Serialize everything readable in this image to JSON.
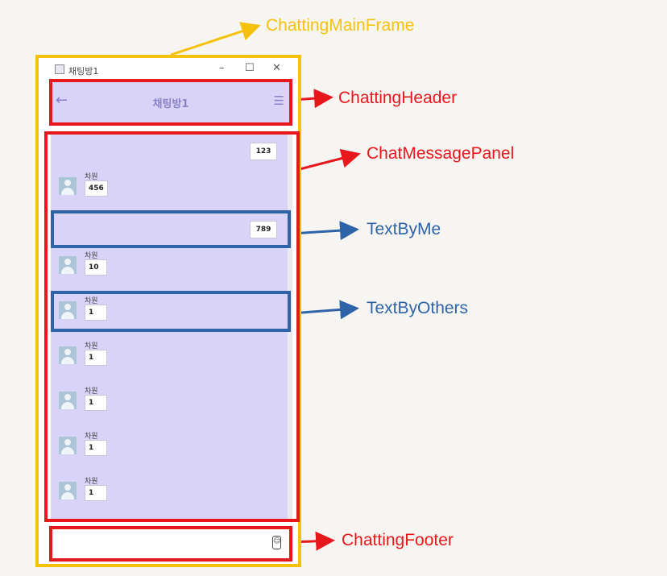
{
  "window": {
    "title": "채팅방1",
    "controls": {
      "minimize": "–",
      "maximize": "☐",
      "close": "✕"
    }
  },
  "header": {
    "back_icon": "←",
    "title": "채팅방1",
    "menu_icon": "☰"
  },
  "messages": [
    {
      "type": "me",
      "text": "123"
    },
    {
      "type": "other",
      "sender": "차원",
      "text": "456"
    },
    {
      "type": "me",
      "text": "789"
    },
    {
      "type": "other",
      "sender": "차원",
      "text": "10"
    },
    {
      "type": "other",
      "sender": "차원",
      "text": "1"
    },
    {
      "type": "other",
      "sender": "차원",
      "text": "1"
    },
    {
      "type": "other",
      "sender": "차원",
      "text": "1"
    },
    {
      "type": "other",
      "sender": "차원",
      "text": "1"
    },
    {
      "type": "other",
      "sender": "차원",
      "text": "1"
    }
  ],
  "footer": {
    "emoji_icon": "☺"
  },
  "annotations": {
    "main_frame": "ChattingMainFrame",
    "header": "ChattingHeader",
    "message_panel": "ChatMessagePanel",
    "text_by_me": "TextByMe",
    "text_by_others": "TextByOthers",
    "footer": "ChattingFooter"
  },
  "colors": {
    "frame_outline": "#f6c10b",
    "component_outline": "#e8171b",
    "message_outline": "#2f63a8",
    "panel_background": "#d9d4f7"
  }
}
